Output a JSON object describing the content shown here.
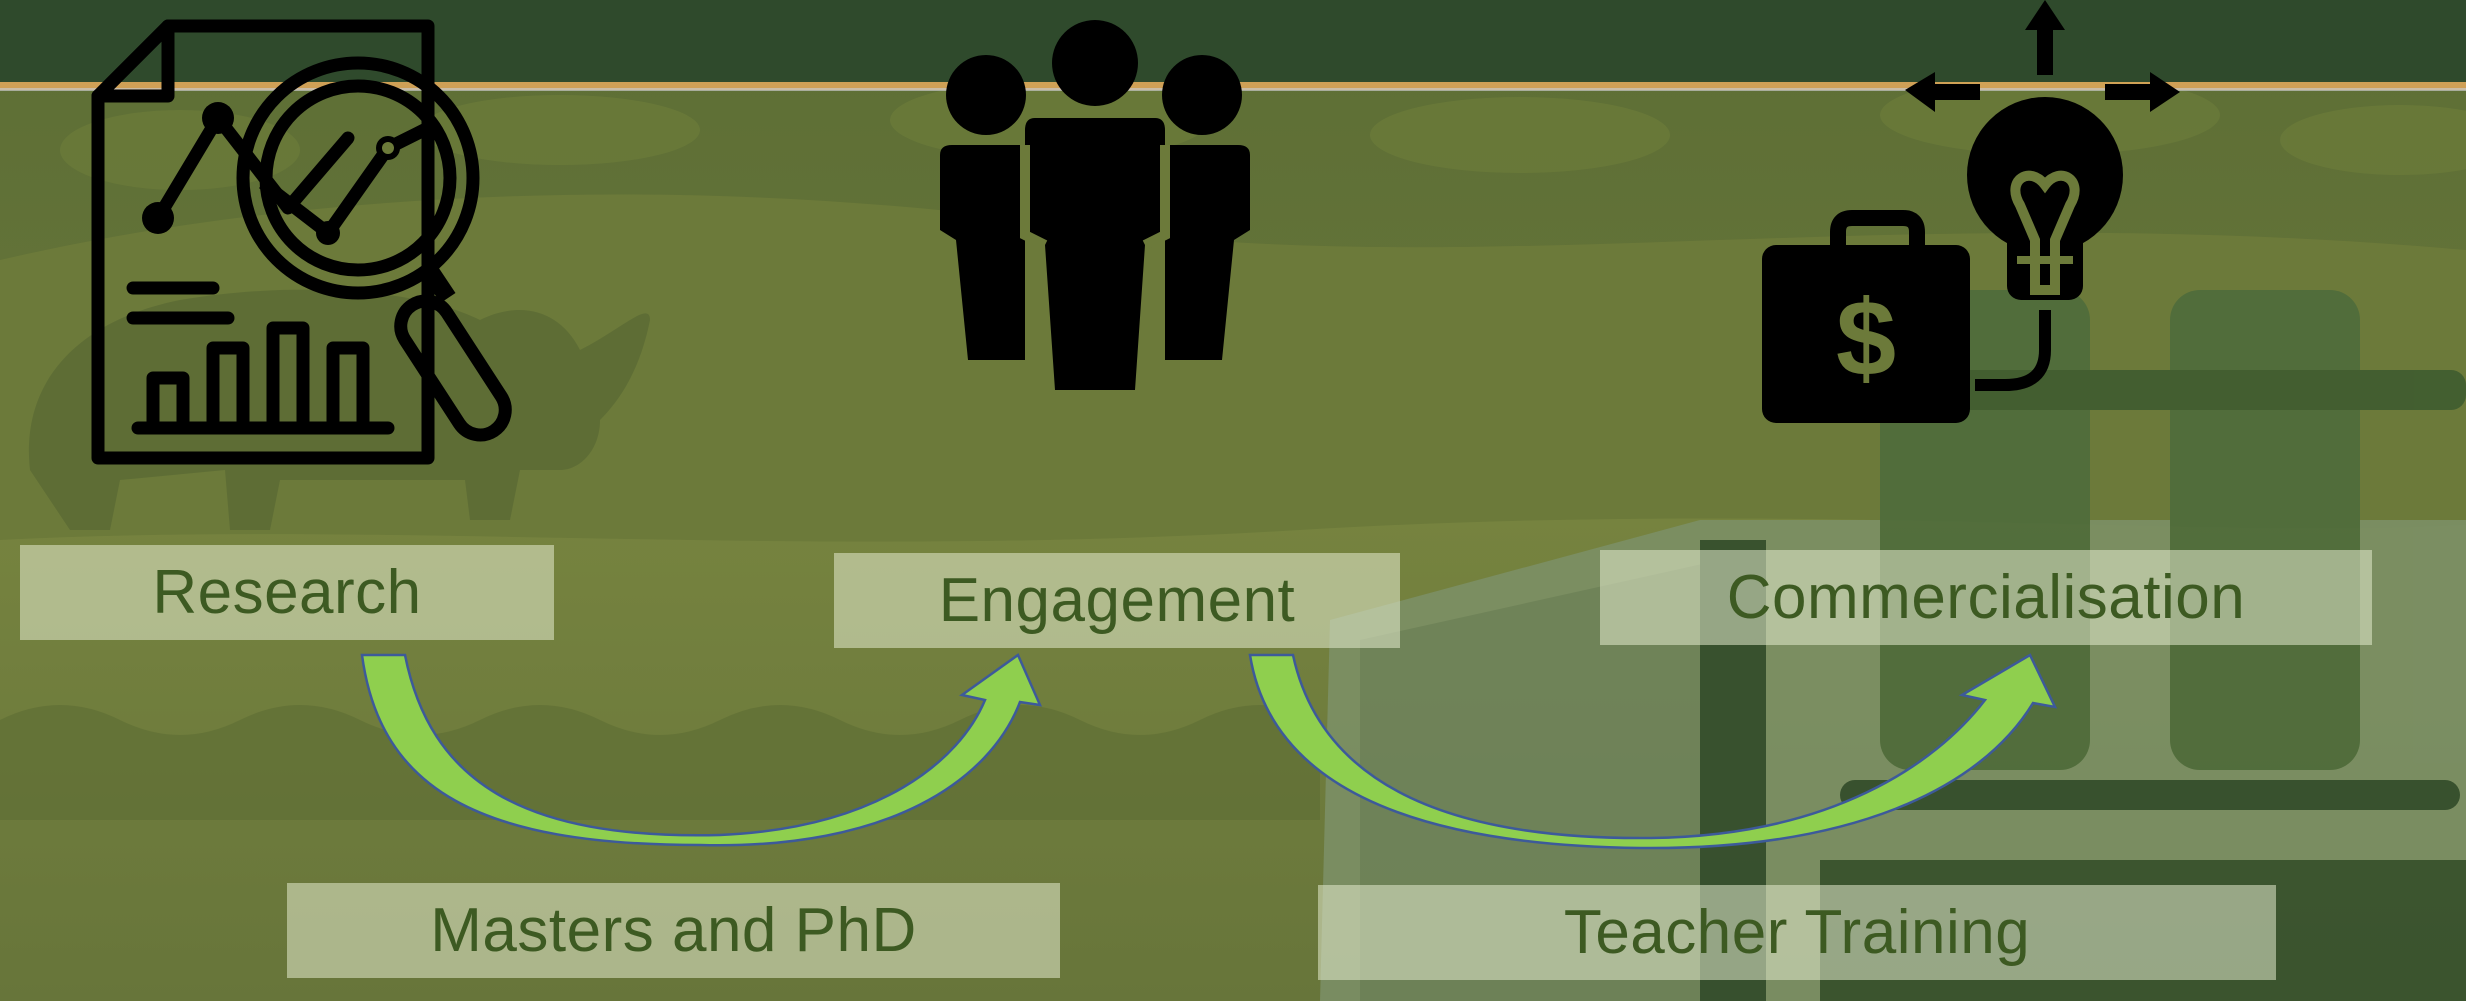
{
  "diagram": {
    "stages": [
      {
        "label": "Research",
        "icon": "research-report-magnifier-icon"
      },
      {
        "label": "Engagement",
        "icon": "people-group-icon"
      },
      {
        "label": "Commercialisation",
        "icon": "briefcase-lightbulb-icon"
      }
    ],
    "transitions": [
      {
        "label": "Masters and PhD",
        "from": "Research",
        "to": "Engagement"
      },
      {
        "label": "Teacher Training",
        "from": "Engagement",
        "to": "Commercialisation"
      }
    ]
  },
  "colors": {
    "header_band": "#2f4a2c",
    "stripe": "#e3a95c",
    "background": "#6b7a3e",
    "label_text": "#3d5a22",
    "arrow_fill": "#8fcf4e",
    "arrow_stroke": "#3d5a9a",
    "icon": "#000000"
  }
}
